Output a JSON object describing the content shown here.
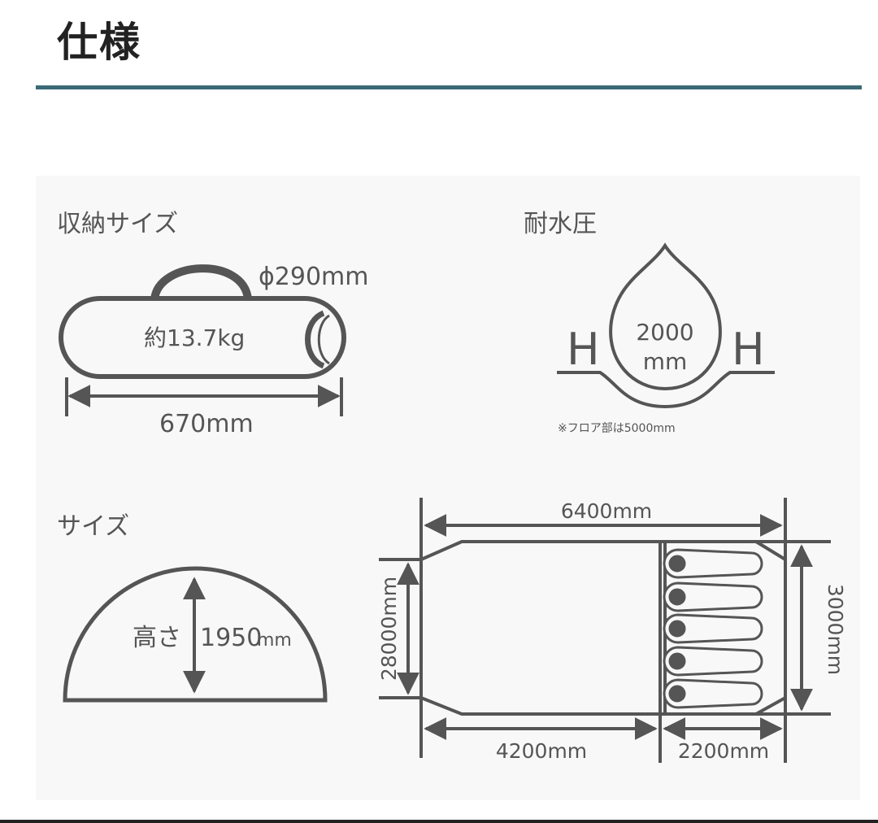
{
  "title": "仕様",
  "colors": {
    "rule": "#3a6a75",
    "ink": "#555555",
    "panel": "#f8f8f8"
  },
  "storage": {
    "heading": "収納サイズ",
    "diameter": "ϕ290mm",
    "weight": "約13.7kg",
    "length": "670mm"
  },
  "water": {
    "heading": "耐水圧",
    "letter_left": "H",
    "letter_right": "H",
    "value": "2000",
    "unit": "mm",
    "note": "※フロア部は5000mm"
  },
  "size": {
    "heading": "サイズ",
    "height_label": "高さ",
    "height_value": "1950",
    "height_unit": "mm"
  },
  "floorplan": {
    "total_length": "6400mm",
    "left_width": "28000mm",
    "right_width": "3000mm",
    "main_length": "4200mm",
    "inner_length": "2200mm"
  }
}
